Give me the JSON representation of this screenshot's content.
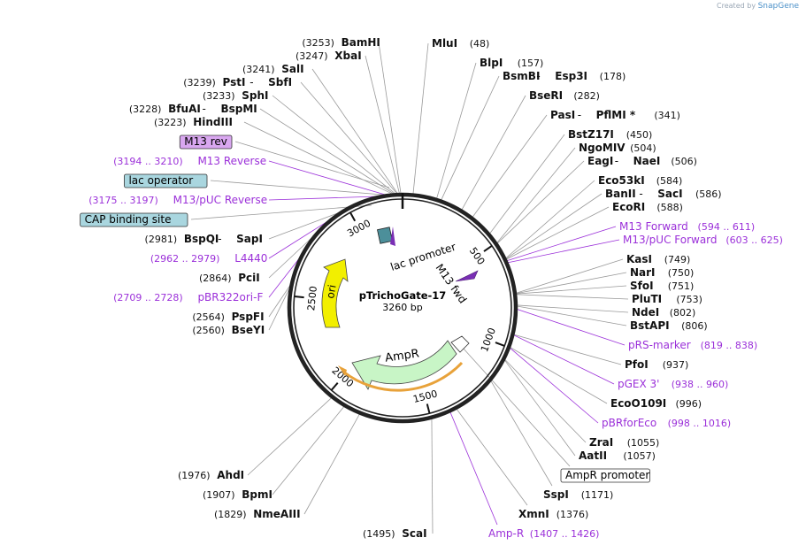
{
  "credit": {
    "prefix": "Created by",
    "brand": "SnapGene"
  },
  "plasmid": {
    "name": "pTrichoGate-17",
    "length_label": "3260 bp",
    "length": 3260
  },
  "ruler_ticks": [
    "500",
    "1000",
    "1500",
    "2000",
    "2500",
    "3000"
  ],
  "features": [
    {
      "name": "lac promoter",
      "kind": "promoter"
    },
    {
      "name": "M13 fwd",
      "kind": "primer_bind"
    },
    {
      "name": "ori",
      "kind": "rep_origin"
    },
    {
      "name": "AmpR",
      "kind": "cds"
    }
  ],
  "left_labels": [
    {
      "pos": "(3253)",
      "name": "BamHI",
      "style": "enzyme"
    },
    {
      "pos": "(3247)",
      "name": "XbaI",
      "style": "enzyme"
    },
    {
      "pos": "(3241)",
      "name": "SalI",
      "style": "enzyme"
    },
    {
      "pos": "(3239)",
      "name": "PstI",
      "name2": "SbfI",
      "style": "enzyme"
    },
    {
      "pos": "(3233)",
      "name": "SphI",
      "style": "enzyme"
    },
    {
      "pos": "(3228)",
      "name": "BfuAI",
      "name2": "BspMI",
      "style": "enzyme"
    },
    {
      "pos": "(3223)",
      "name": "HindIII",
      "style": "enzyme"
    },
    {
      "name": "M13 rev",
      "style": "box-purple"
    },
    {
      "pos": "(3194 .. 3210)",
      "name": "M13 Reverse",
      "style": "primer"
    },
    {
      "name": "lac operator",
      "style": "box-teal"
    },
    {
      "pos": "(3175 .. 3197)",
      "name": "M13/pUC Reverse",
      "style": "primer"
    },
    {
      "name": "CAP binding site",
      "style": "box-teal"
    },
    {
      "pos": "(2981)",
      "name": "BspQI",
      "name2": "SapI",
      "style": "enzyme"
    },
    {
      "pos": "(2962 .. 2979)",
      "name": "L4440",
      "style": "primer"
    },
    {
      "pos": "(2864)",
      "name": "PciI",
      "style": "enzyme"
    },
    {
      "pos": "(2709 .. 2728)",
      "name": "pBR322ori-F",
      "style": "primer"
    },
    {
      "pos": "(2564)",
      "name": "PspFI",
      "style": "enzyme"
    },
    {
      "pos": "(2560)",
      "name": "BseYI",
      "style": "enzyme"
    },
    {
      "pos": "(1976)",
      "name": "AhdI",
      "style": "enzyme"
    },
    {
      "pos": "(1907)",
      "name": "BpmI",
      "style": "enzyme"
    },
    {
      "pos": "(1829)",
      "name": "NmeAIII",
      "style": "enzyme"
    },
    {
      "pos": "(1495)",
      "name": "ScaI",
      "style": "enzyme"
    }
  ],
  "right_labels": [
    {
      "name": "MluI",
      "pos": "(48)",
      "style": "enzyme"
    },
    {
      "name": "BlpI",
      "pos": "(157)",
      "style": "enzyme"
    },
    {
      "name": "BsmBI",
      "name2": "Esp3I",
      "pos": "(178)",
      "style": "enzyme"
    },
    {
      "name": "BseRI",
      "pos": "(282)",
      "style": "enzyme"
    },
    {
      "name": "PasI",
      "name2": "PflMI *",
      "pos": "(341)",
      "style": "enzyme"
    },
    {
      "name": "BstZ17I",
      "pos": "(450)",
      "style": "enzyme"
    },
    {
      "name": "NgoMIV",
      "pos": "(504)",
      "style": "enzyme"
    },
    {
      "name": "EagI",
      "name2": "NaeI",
      "pos": "(506)",
      "style": "enzyme"
    },
    {
      "name": "Eco53kI",
      "pos": "(584)",
      "style": "enzyme"
    },
    {
      "name": "BanII",
      "name2": "SacI",
      "pos": "(586)",
      "style": "enzyme"
    },
    {
      "name": "EcoRI",
      "pos": "(588)",
      "style": "enzyme"
    },
    {
      "name": "M13 Forward",
      "pos": "(594 .. 611)",
      "style": "primer"
    },
    {
      "name": "M13/pUC Forward",
      "pos": "(603 .. 625)",
      "style": "primer"
    },
    {
      "name": "KasI",
      "pos": "(749)",
      "style": "enzyme"
    },
    {
      "name": "NarI",
      "pos": "(750)",
      "style": "enzyme"
    },
    {
      "name": "SfoI",
      "pos": "(751)",
      "style": "enzyme"
    },
    {
      "name": "PluTI",
      "pos": "(753)",
      "style": "enzyme"
    },
    {
      "name": "NdeI",
      "pos": "(802)",
      "style": "enzyme"
    },
    {
      "name": "BstAPI",
      "pos": "(806)",
      "style": "enzyme"
    },
    {
      "name": "pRS-marker",
      "pos": "(819 .. 838)",
      "style": "primer"
    },
    {
      "name": "PfoI",
      "pos": "(937)",
      "style": "enzyme"
    },
    {
      "name": "pGEX 3'",
      "pos": "(938 .. 960)",
      "style": "primer"
    },
    {
      "name": "EcoO109I",
      "pos": "(996)",
      "style": "enzyme"
    },
    {
      "name": "pBRforEco",
      "pos": "(998 .. 1016)",
      "style": "primer"
    },
    {
      "name": "ZraI",
      "pos": "(1055)",
      "style": "enzyme"
    },
    {
      "name": "AatII",
      "pos": "(1057)",
      "style": "enzyme"
    },
    {
      "name": "AmpR promoter",
      "style": "box-white"
    },
    {
      "name": "SspI",
      "pos": "(1171)",
      "style": "enzyme"
    },
    {
      "name": "XmnI",
      "pos": "(1376)",
      "style": "enzyme"
    },
    {
      "name": "Amp-R",
      "pos": "(1407 .. 1426)",
      "style": "primer"
    }
  ],
  "colors": {
    "primer": "#9b30d9",
    "box_purple": "#d9a7f0",
    "box_teal": "#a9d6df",
    "ori": "#f2ef00",
    "ampr": "#c8f5c6",
    "ampr_underline": "#e8a23a",
    "leader": "#999999"
  }
}
